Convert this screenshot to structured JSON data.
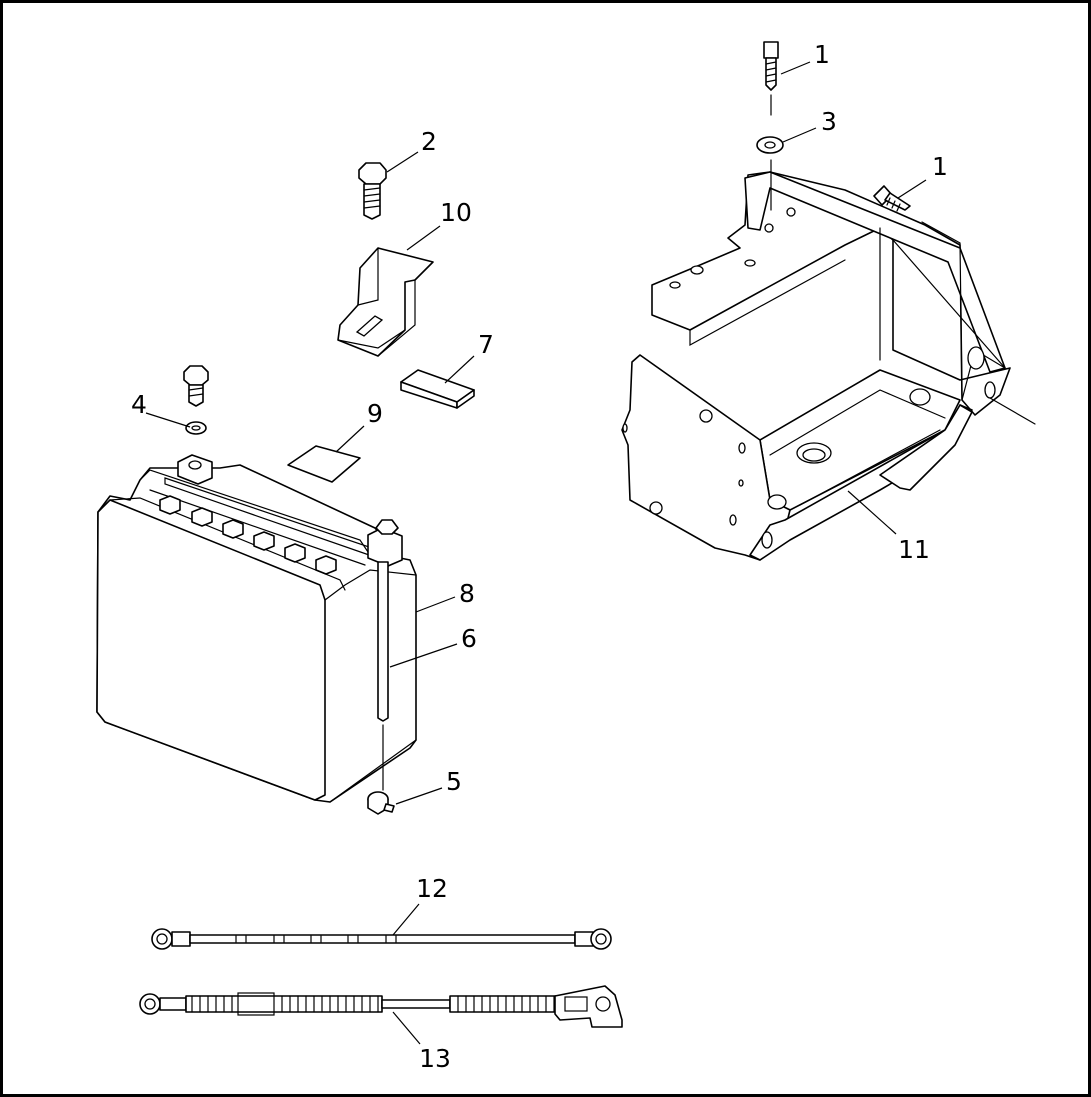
{
  "colors": {
    "line": "#000000",
    "background": "#ffffff"
  },
  "callouts": [
    {
      "id": "callout-1-top",
      "label": "1"
    },
    {
      "id": "callout-3",
      "label": "3"
    },
    {
      "id": "callout-1-side",
      "label": "1"
    },
    {
      "id": "callout-2",
      "label": "2"
    },
    {
      "id": "callout-10",
      "label": "10"
    },
    {
      "id": "callout-7",
      "label": "7"
    },
    {
      "id": "callout-4",
      "label": "4"
    },
    {
      "id": "callout-9",
      "label": "9"
    },
    {
      "id": "callout-8",
      "label": "8"
    },
    {
      "id": "callout-6",
      "label": "6"
    },
    {
      "id": "callout-5",
      "label": "5"
    },
    {
      "id": "callout-11",
      "label": "11"
    },
    {
      "id": "callout-12",
      "label": "12"
    },
    {
      "id": "callout-13",
      "label": "13"
    }
  ]
}
